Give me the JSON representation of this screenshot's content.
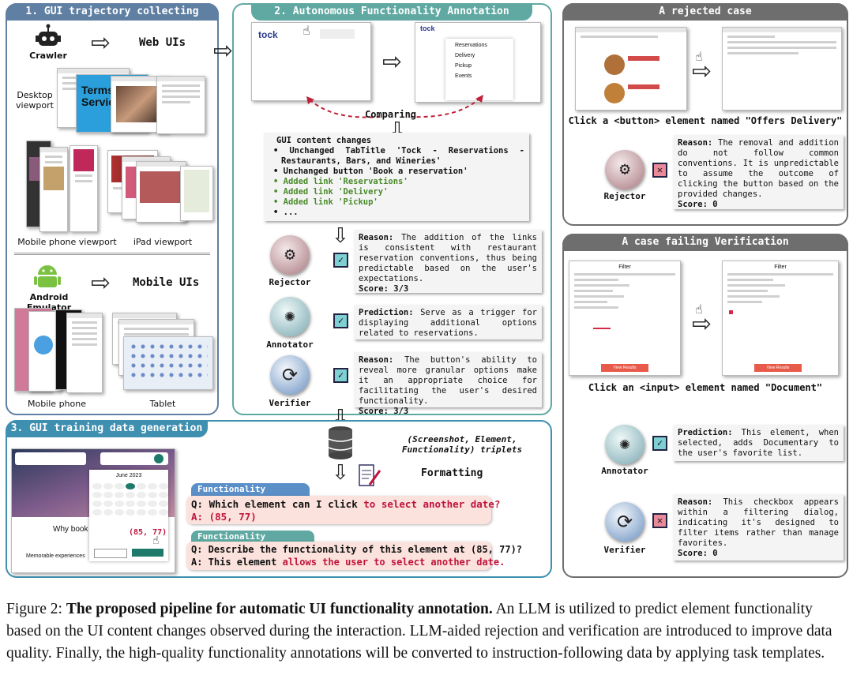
{
  "panel1": {
    "header": "1. GUI trajectory collecting",
    "crawler": "Crawler",
    "web_uis": "Web UIs",
    "desktop_viewport": "Desktop\nviewport",
    "terms_text": "Terms Service",
    "mobile_phone_viewport": "Mobile phone viewport",
    "ipad_viewport": "iPad viewport",
    "android_emulator": "Android Emulator",
    "mobile_uis": "Mobile UIs",
    "mobile_phone": "Mobile phone",
    "tablet": "Tablet"
  },
  "panel2": {
    "header": "2. Autonomous Functionality Annotation",
    "tock_logo": "tock",
    "menu_items": [
      "Reservations",
      "Delivery",
      "Pickup",
      "Events"
    ],
    "comparing": "Comparing",
    "changes_title": "GUI content changes",
    "changes": [
      {
        "text": "Unchanged TabTitle 'Tock - Reservations - Restaurants, Bars, and Wineries'",
        "added": false
      },
      {
        "text": "Unchanged button 'Book a reservation'",
        "added": false
      },
      {
        "text": "Added link 'Reservations'",
        "added": true
      },
      {
        "text": "Added link 'Delivery'",
        "added": true
      },
      {
        "text": "Added link 'Pickup'",
        "added": true
      },
      {
        "text": "...",
        "added": false
      }
    ],
    "rejector": {
      "label": "Rejector",
      "reason_key": "Reason:",
      "reason": "The addition of the links is consistent with restaurant reservation conventions, thus being predictable based on the user's expectations.",
      "score_key": "Score:",
      "score": "3/3"
    },
    "annotator": {
      "label": "Annotator",
      "key": "Prediction:",
      "text": "Serve as a trigger for displaying additional options related to reservations."
    },
    "verifier": {
      "label": "Verifier",
      "reason_key": "Reason:",
      "reason": "The button's ability to reveal more granular options make it an appropriate choice for facilitating the user's desired functionality.",
      "score_key": "Score:",
      "score": "3/3"
    }
  },
  "panel3": {
    "header": "3. GUI training data generation",
    "triplets": "(Screenshot, Element, Functionality) triplets",
    "formatting": "Formatting",
    "calendar_month": "June 2023",
    "why_book": "Why book w",
    "memorable": "Memorable experiences",
    "coord_mark": "(85, 77)",
    "grounding": {
      "tag": "Functionality grounding",
      "q_pre": "Q: Which element can I click ",
      "q_red": "to select another date?",
      "a": "A: (85, 77)"
    },
    "captioning": {
      "tag": "Functionality captioning",
      "q": "Q: Describe the functionality of this element at (85, 77)?",
      "a_pre": "A: This element ",
      "a_red": "allows the user to select another date."
    }
  },
  "rejected": {
    "header": "A rejected case",
    "action": "Click a <button> element named \"Offers Delivery\"",
    "label": "Rejector",
    "reason_key": "Reason:",
    "reason": "The removal and addition do not follow common conventions. It is unpredictable to assume the outcome of clicking the button based on the provided changes.",
    "score_key": "Score:",
    "score": "0"
  },
  "failing": {
    "header": "A case failing Verification",
    "filter_title": "Filter",
    "view_results": "View Results",
    "action": "Click an <input> element named \"Document\"",
    "annotator_label": "Annotator",
    "pred_key": "Prediction:",
    "prediction": "This element, when selected, adds Documentary to the user's favorite list.",
    "verifier_label": "Verifier",
    "reason_key": "Reason:",
    "reason": "This checkbox appears within a filtering dialog, indicating it's designed to filter items rather than manage favorites.",
    "score_key": "Score:",
    "score": "0"
  },
  "caption": {
    "prefix": "Figure 2: ",
    "bold": "The proposed pipeline for automatic UI functionality annotation.",
    "rest": " An LLM is utilized to predict element functionality based on the UI content changes observed during the interaction. LLM-aided rejection and verification are introduced to improve data quality. Finally, the high-quality functionality annotations will be converted to instruction-following data by applying task templates."
  },
  "colors": {
    "panel1": "#5f7fa3",
    "panel2": "#5fa9a2",
    "panel3": "#3e8fb0",
    "right": "#6e6e6e",
    "added": "#4a8a2a",
    "highlight": "#c0143c"
  }
}
